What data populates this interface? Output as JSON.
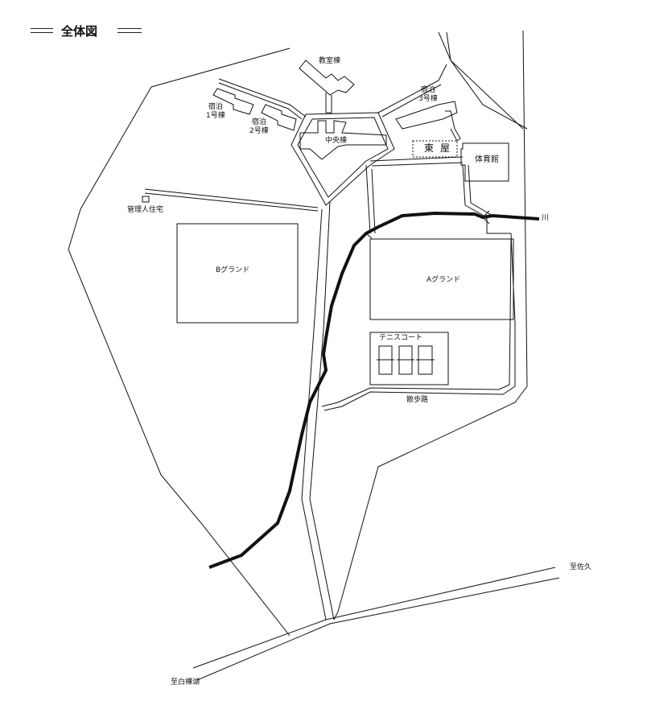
{
  "title": "全体図",
  "buildings": {
    "classroom": "教室棟",
    "dorm1": "宿泊\n1号棟",
    "dorm2": "宿泊\n2号棟",
    "dorm3": "宿泊\n3号棟",
    "central": "中央棟",
    "pavilion": "東屋",
    "gym": "体育館",
    "caretaker": "管理人住宅"
  },
  "facilities": {
    "ground_b": "Bグランド",
    "ground_a": "Aグランド",
    "tennis": "テニスコート",
    "path": "散歩路",
    "river": "川"
  },
  "directions": {
    "saku": "至佐久",
    "shirakabako": "至白樺湖"
  },
  "colors": {
    "ink": "#111111",
    "paper": "#ffffff"
  }
}
